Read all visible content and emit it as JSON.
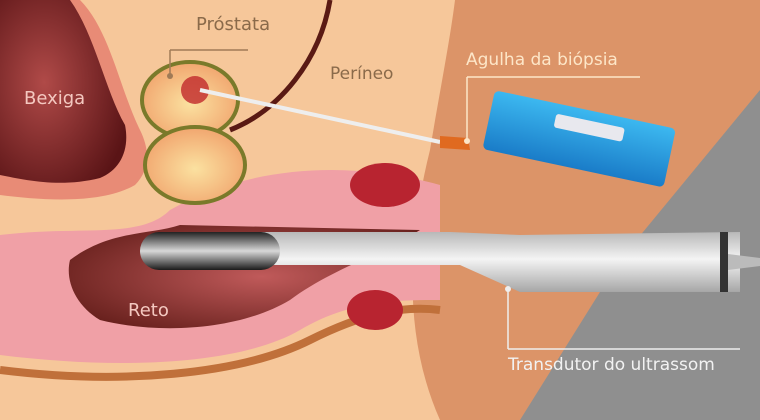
{
  "labels": {
    "prostata": "Próstata",
    "perineo": "Períneo",
    "bexiga": "Bexiga",
    "agulha": "Agulha da biópsia",
    "reto": "Reto",
    "transdutor": "Transdutor do ultrassom"
  },
  "colors": {
    "background_skin": "#f6c79a",
    "perineum_band": "#dc9468",
    "gray_zone": "#8f8f8f",
    "bladder": "#8a2c2a",
    "rectum_wall": "#f0a0a6",
    "prostate_capsule": "#7a7a2a",
    "needle_device": "#2ea3e4",
    "needle_hub": "#e06a20",
    "transducer": "#d6d6d6",
    "label_dark": "#8a6a4a",
    "label_light": "#fde6c8"
  }
}
